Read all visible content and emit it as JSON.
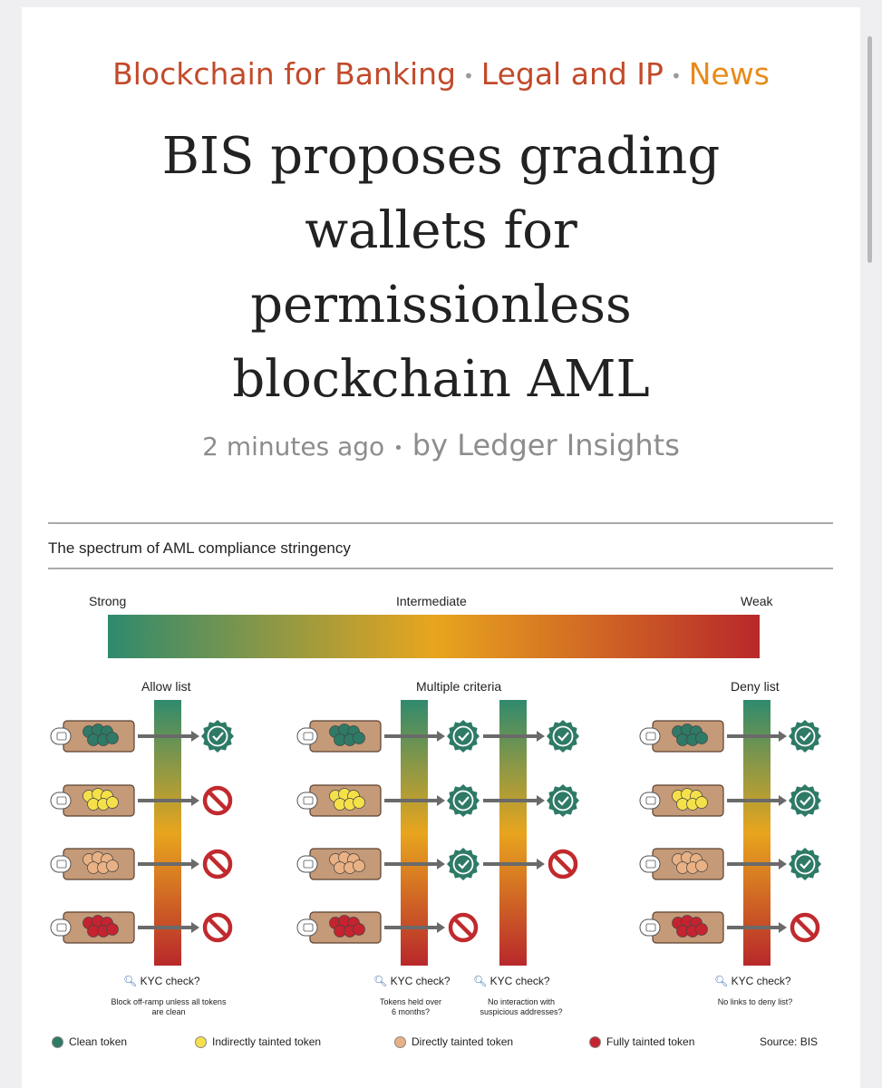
{
  "header": {
    "categories": [
      "Blockchain for Banking",
      "Legal and IP",
      "News"
    ],
    "separator": "•",
    "title": "BIS proposes grading wallets for permissionless blockchain AML",
    "time": "2 minutes ago",
    "byline": "by Ledger Insights"
  },
  "figure": {
    "title": "The spectrum of AML compliance stringency",
    "scale": {
      "strong": "Strong",
      "intermediate": "Intermediate",
      "weak": "Weak"
    },
    "gradient_colors": [
      "#2f8a6e",
      "#e8a51e",
      "#b8282b"
    ],
    "panels": [
      {
        "label": "Allow list",
        "checks": [
          {
            "kyc": "KYC check?",
            "caption": "Block off-ramp unless all tokens are clean",
            "results": [
              "pass",
              "fail",
              "fail",
              "fail"
            ]
          }
        ]
      },
      {
        "label": "Multiple criteria",
        "checks": [
          {
            "kyc": "KYC check?",
            "caption": "Tokens held over 6 months?",
            "results": [
              "pass",
              "pass",
              "pass",
              "fail"
            ]
          },
          {
            "kyc": "KYC check?",
            "caption": "No interaction with suspicious addresses?",
            "results": [
              "pass",
              "pass",
              "fail"
            ]
          }
        ]
      },
      {
        "label": "Deny list",
        "checks": [
          {
            "kyc": "KYC check?",
            "caption": "No links to deny list?",
            "results": [
              "pass",
              "pass",
              "pass",
              "fail"
            ]
          }
        ]
      }
    ],
    "tokens": [
      {
        "name": "Clean token",
        "color": "#2e7a66"
      },
      {
        "name": "Indirectly tainted token",
        "color": "#f5e04a"
      },
      {
        "name": "Directly tainted token",
        "color": "#e9b184"
      },
      {
        "name": "Fully tainted token",
        "color": "#c5232f"
      }
    ],
    "source": "Source: BIS",
    "icons": {
      "pass": "check-badge-icon",
      "fail": "prohibited-icon",
      "search": "magnifier-icon",
      "wallet": "wallet-icon"
    }
  }
}
